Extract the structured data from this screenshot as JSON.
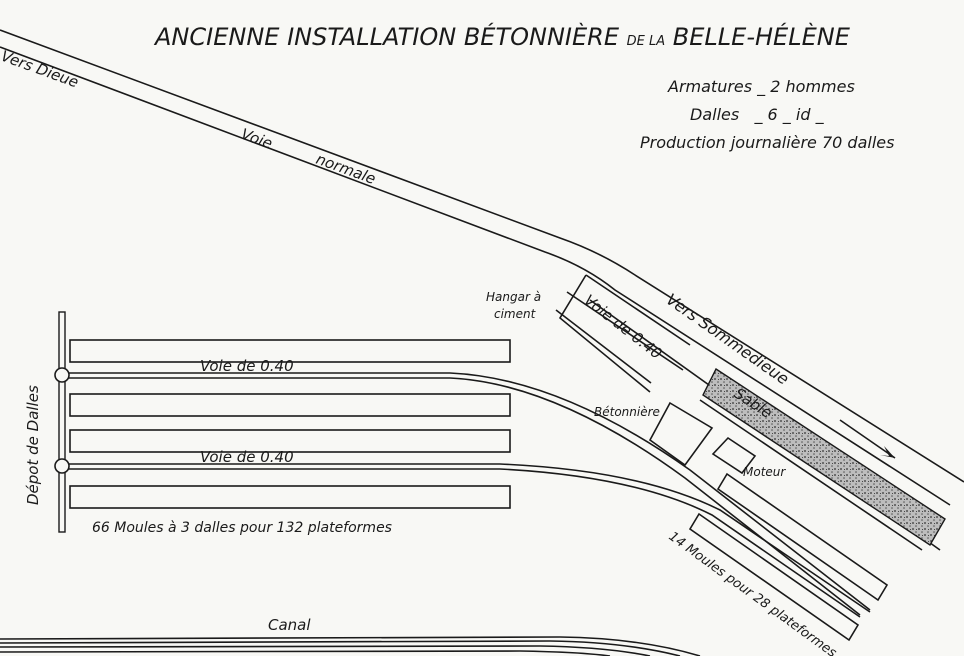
{
  "title": {
    "main_a": "ANCIENNE INSTALLATION BÉTONNIÈRE",
    "small": "DE LA",
    "main_b": "BELLE-HÉLÈNE"
  },
  "legend": {
    "line1": "Armatures _ 2 hommes",
    "line2": "Dalles   _ 6 _ id _",
    "line3": "Production journalière 70 dalles"
  },
  "labels": {
    "vers_dieue": "Vers Dieue",
    "voie_normale_1": "Voie",
    "voie_normale_2": "normale",
    "vers_sommedieue": "Vers Sommedieue",
    "hangar_1": "Hangar à",
    "hangar_2": "ciment",
    "voie_040_shed": "Voie de 0.40",
    "sable": "Sable",
    "betonniere": "Bétonnière",
    "moteur": "Moteur",
    "voie_040_top": "Voie de 0.40",
    "voie_040_bottom": "Voie de 0.40",
    "depot": "Dépot de Dalles",
    "moules_66": "66 Moules à 3 dalles pour 132 plateformes",
    "moules_14": "14 Moules pour 28 plateformes",
    "canal": "Canal"
  }
}
